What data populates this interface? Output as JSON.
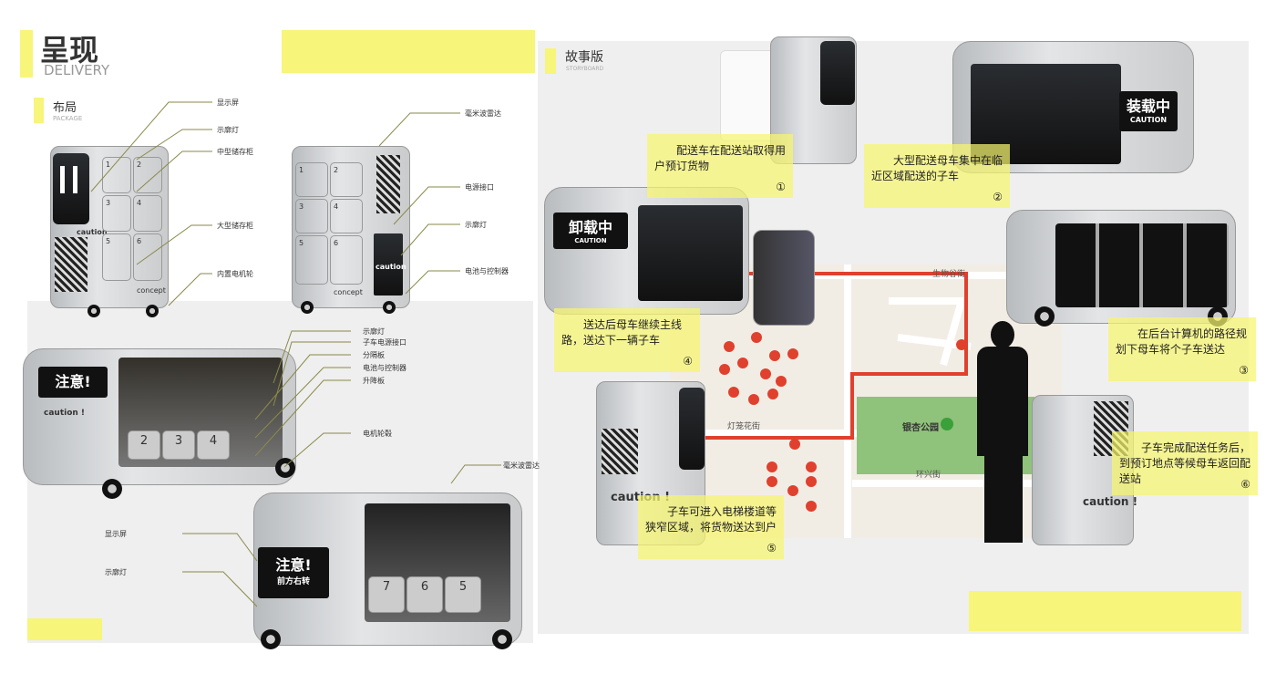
{
  "header": {
    "title": "呈现",
    "subtitle": "DELIVERY"
  },
  "layout_section": {
    "title": "布局",
    "subtitle": "PACKAGE",
    "front_labels": [
      "显示屏",
      "示廓灯",
      "中型储存柜",
      "大型储存柜",
      "内置电机轮"
    ],
    "rear_labels": [
      "毫米波雷达",
      "电源接口",
      "示廓灯",
      "电池与控制器"
    ],
    "mother_labels": [
      "示廓灯",
      "子车电源接口",
      "分隔板",
      "电池与控制器",
      "升降板",
      "电机轮毂"
    ],
    "mother_rear_labels": [
      "毫米波雷达",
      "显示屏",
      "示廓灯"
    ],
    "locker_numbers": [
      "1",
      "2",
      "3",
      "4",
      "5",
      "6"
    ],
    "vehicle_text": {
      "caution": "caution",
      "caution_big": "caution !",
      "concept": "concept",
      "sign_front": "注意!",
      "sign_rear": "注意!",
      "sign_rear_sub": "前方右转",
      "bay_front": [
        "2",
        "3",
        "4"
      ],
      "bay_rear": [
        "7",
        "6",
        "5"
      ]
    }
  },
  "storyboard": {
    "title": "故事版",
    "subtitle": "STORYBOARD",
    "signs": {
      "unload": "卸载中",
      "unload_sub": "CAUTION",
      "load": "装载中",
      "load_sub": "CAUTION"
    },
    "notes": [
      {
        "text": "配送车在配送站取得用户预订货物",
        "num": "①"
      },
      {
        "text": "大型配送母车集中在临近区域配送的子车",
        "num": "②"
      },
      {
        "text": "在后台计算机的路径规划下母车将个子车送达",
        "num": "③"
      },
      {
        "text": "送达后母车继续主线路，送达下一辆子车",
        "num": "④"
      },
      {
        "text": "子车可进入电梯楼道等狭窄区域，将货物送达到户",
        "num": "⑤"
      },
      {
        "text": "子车完成配送任务后，到预订地点等候母车返回配送站",
        "num": "⑥"
      }
    ],
    "map": {
      "streets": [
        "生物谷街",
        "灯笼花街",
        "环兴街"
      ],
      "park": "银杏公园"
    }
  },
  "colors": {
    "accent": "#f7f57a",
    "route": "#e0402e",
    "park": "#8fc27a",
    "map_bg": "#f2ede4"
  }
}
